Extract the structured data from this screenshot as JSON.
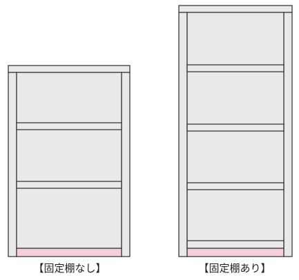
{
  "colors": {
    "panel": "#e9e9ea",
    "outline": "#2b2b2b",
    "base_highlight": "#f6cfdc",
    "background": "#ffffff"
  },
  "cabinets": [
    {
      "id": "left",
      "caption": "【固定棚なし】",
      "fixed_shelf": false,
      "shelf_count": 2
    },
    {
      "id": "right",
      "caption": "【固定棚あり】",
      "fixed_shelf": true,
      "shelf_count": 3
    }
  ]
}
